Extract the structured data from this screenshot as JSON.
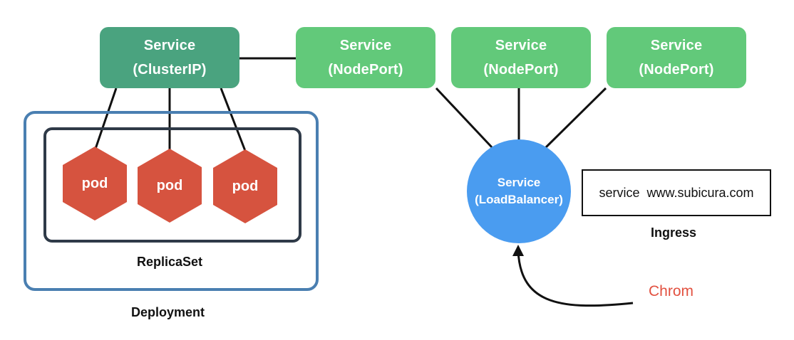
{
  "services": {
    "clusterip": {
      "line1": "Service",
      "line2": "(ClusterIP)",
      "color": "#4aa37f"
    },
    "nodeports": [
      {
        "line1": "Service",
        "line2": "(NodePort)"
      },
      {
        "line1": "Service",
        "line2": "(NodePort)"
      },
      {
        "line1": "Service",
        "line2": "(NodePort)"
      }
    ],
    "nodeport_color": "#62c97a",
    "loadbalancer": {
      "line1": "Service",
      "line2": "(LoadBalancer)",
      "color": "#4a9cf0"
    }
  },
  "pods": [
    "pod",
    "pod",
    "pod"
  ],
  "pod_color": "#d6533f",
  "replicaset_label": "ReplicaSet",
  "deployment_label": "Deployment",
  "ingress": {
    "text": "service  www.subicura.com",
    "label": "Ingress"
  },
  "client_label": "Chrom",
  "client_color": "#e25140"
}
